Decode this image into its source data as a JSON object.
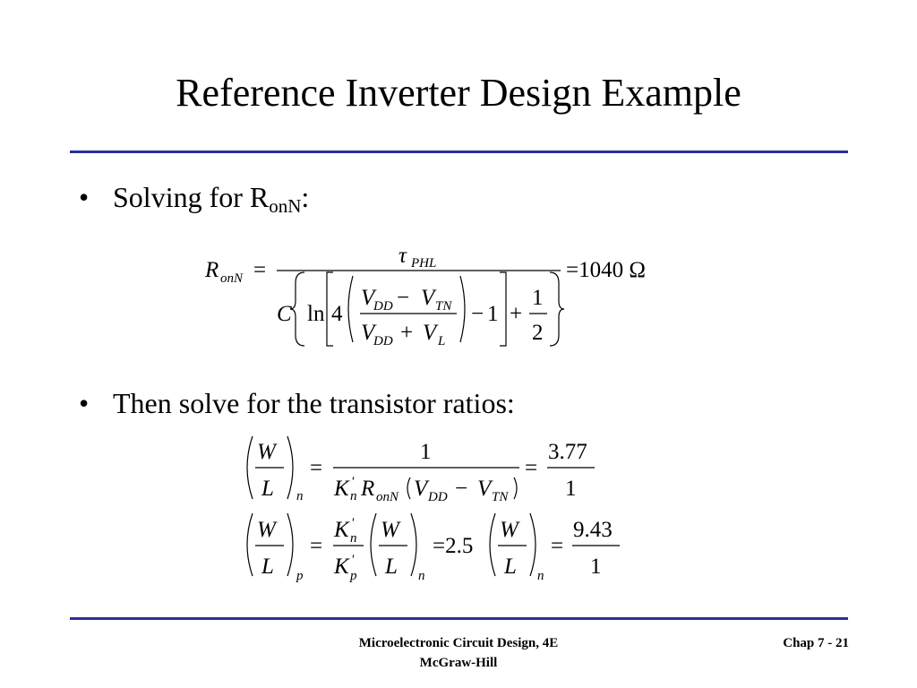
{
  "slide": {
    "title": "Reference Inverter Design Example",
    "bullets": [
      {
        "marker": "•",
        "text": "Solving for R",
        "sub": "onN",
        "suffix": ":"
      },
      {
        "marker": "•",
        "text": "Then solve for the transistor ratios:"
      }
    ]
  },
  "equation1": {
    "lhs": "R",
    "lhs_sub": "onN",
    "tau": "τ",
    "tau_sub": "PHL",
    "C": "C",
    "ln": "ln",
    "four": "4",
    "V": "V",
    "DD": "DD",
    "TN": "TN",
    "L": "L",
    "minus": "−",
    "plus": "+",
    "one": "1",
    "two": "2",
    "result": "=1040  Ω"
  },
  "equation2": {
    "W": "W",
    "L": "L",
    "n": "n",
    "p": "p",
    "K": "K",
    "prime": "'",
    "R": "R",
    "onN": "onN",
    "V": "V",
    "DD": "DD",
    "TN": "TN",
    "eq": "=",
    "minus": "−",
    "one": "1",
    "ratio_n": "3.77",
    "factor": "=2.5",
    "ratio_p": "9.43"
  },
  "footer": {
    "book": "Microelectronic Circuit Design, 4E",
    "publisher": "McGraw-Hill",
    "page": "Chap 7 - 21"
  }
}
